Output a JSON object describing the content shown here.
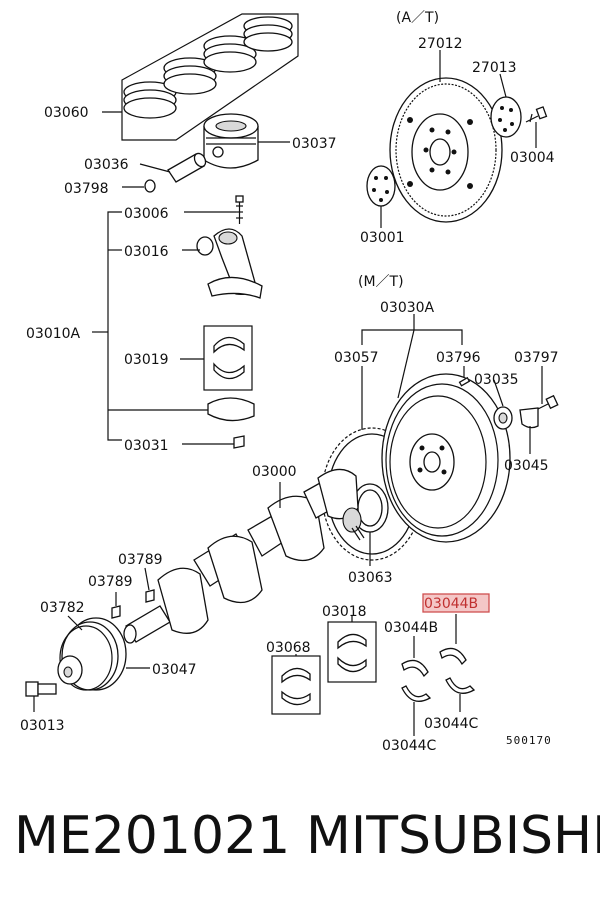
{
  "sections": {
    "at": "(A／T)",
    "mt": "(M／T)"
  },
  "labels": {
    "p03060": "03060",
    "p03037": "03037",
    "p03036": "03036",
    "p03798": "03798",
    "p03006": "03006",
    "p03016": "03016",
    "p03010A": "03010A",
    "p03019": "03019",
    "p03031": "03031",
    "p27012": "27012",
    "p27013": "27013",
    "p03004": "03004",
    "p03001": "03001",
    "p03030A": "03030A",
    "p03057": "03057",
    "p03796": "03796",
    "p03797": "03797",
    "p03035": "03035",
    "p03045": "03045",
    "p03000": "03000",
    "p03063": "03063",
    "p03789a": "03789",
    "p03789b": "03789",
    "p03782": "03782",
    "p03047": "03047",
    "p03013": "03013",
    "p03018": "03018",
    "p03068": "03068",
    "p03044B_hl": "03044B",
    "p03044B": "03044B",
    "p03044C_a": "03044C",
    "p03044C_b": "03044C"
  },
  "diagram_code": "500170",
  "caption": {
    "part_number": "ME201021",
    "brand": "MITSUBISHI"
  },
  "colors": {
    "highlight_fill": "#f4c7c7",
    "highlight_stroke": "#d05050",
    "ink": "#111111"
  }
}
